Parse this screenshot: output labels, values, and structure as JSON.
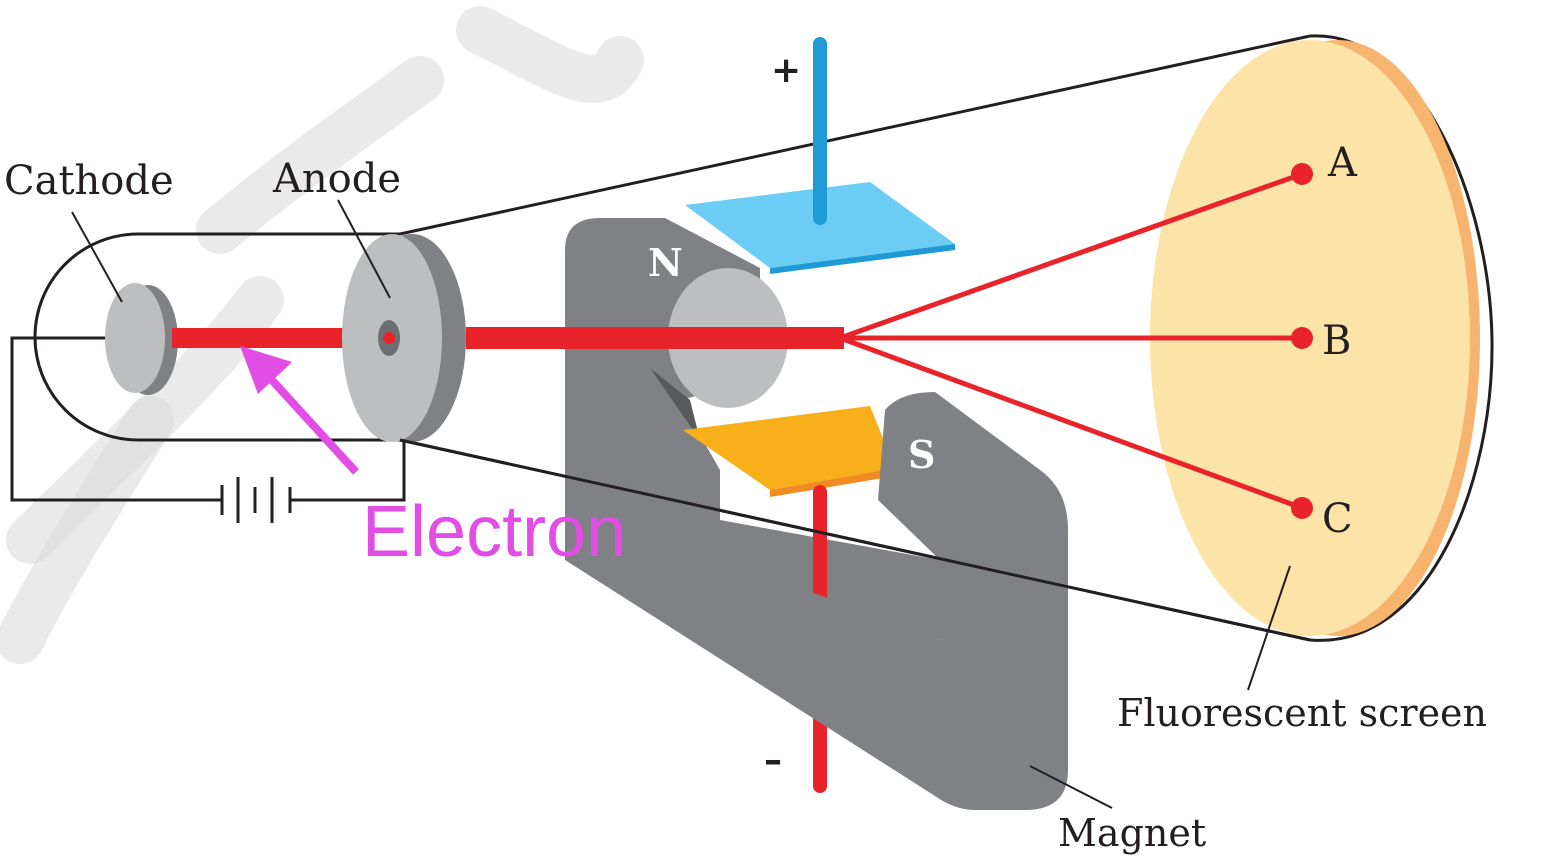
{
  "labels": {
    "cathode": "Cathode",
    "anode": "Anode",
    "magnet": "Magnet",
    "screen": "Fluorescent screen",
    "point_a": "A",
    "point_b": "B",
    "point_c": "C",
    "north": "N",
    "south": "S",
    "plus": "+",
    "minus": "–",
    "electron": "Electron"
  },
  "colors": {
    "beam": "#e8242a",
    "magnet": "#808184",
    "magnet_light": "#bcbec0",
    "positive_plate": "#6ccdf4",
    "negative_plate": "#f7b01a",
    "screen": "#fce3a7",
    "screen_edge": "#f6b46e",
    "electron_annotation": "#e24de6"
  }
}
